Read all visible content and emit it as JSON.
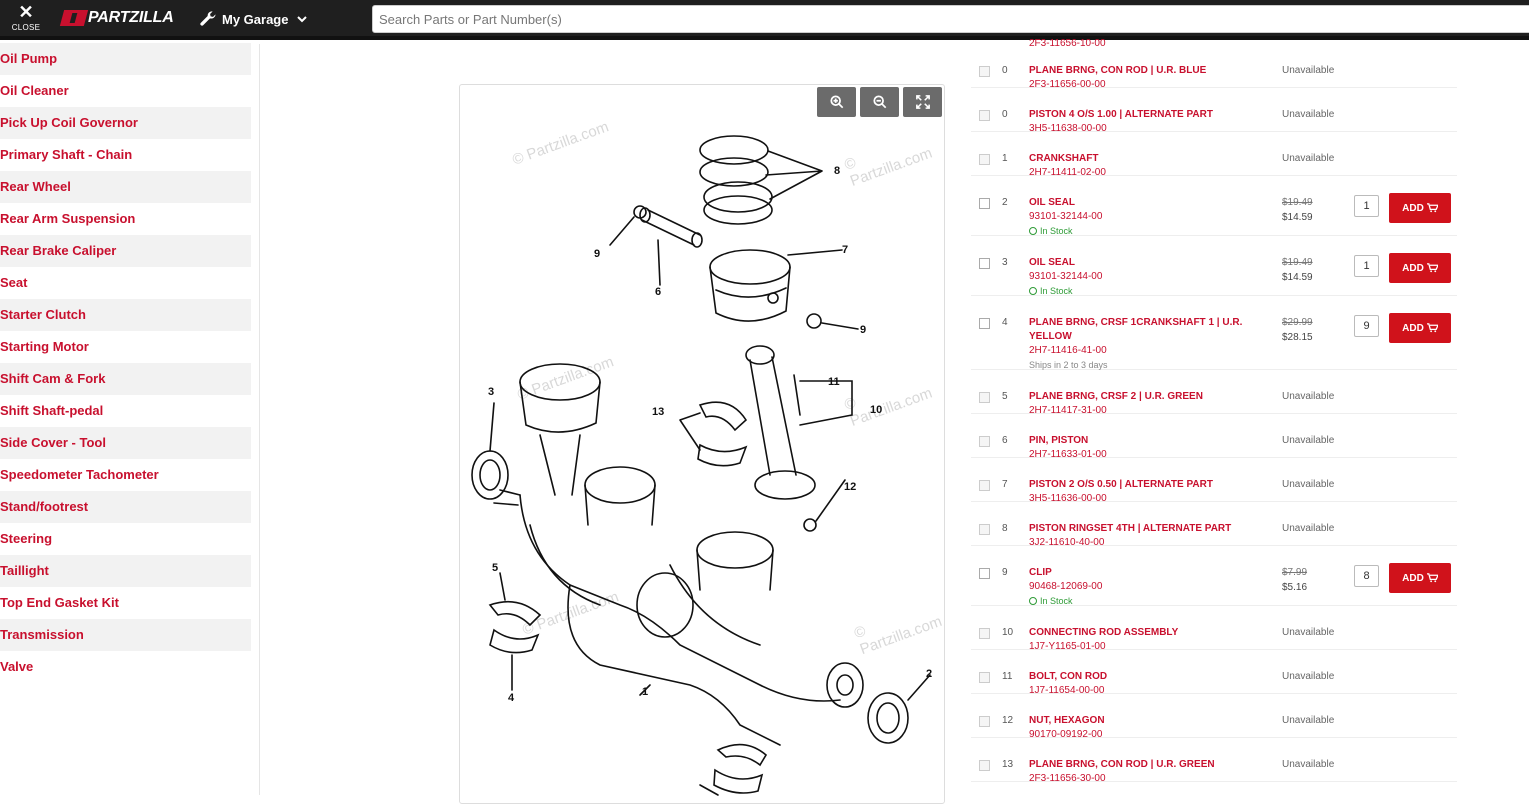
{
  "header": {
    "close_label": "CLOSE",
    "logo_text": "PARTZILLA",
    "garage_label": "My Garage",
    "search_placeholder": "Search Parts or Part Number(s)"
  },
  "sidebar": {
    "items": [
      "Oil Pump",
      "Oil Cleaner",
      "Pick Up Coil Governor",
      "Primary Shaft - Chain",
      "Rear Wheel",
      "Rear Arm Suspension",
      "Rear Brake Caliper",
      "Seat",
      "Starter Clutch",
      "Starting Motor",
      "Shift Cam & Fork",
      "Shift Shaft-pedal",
      "Side Cover - Tool",
      "Speedometer Tachometer",
      "Stand/footrest",
      "Steering",
      "Taillight",
      "Top End Gasket Kit",
      "Transmission",
      "Valve"
    ]
  },
  "diagram": {
    "watermark": "© Partzilla.com",
    "callouts": [
      "1",
      "2",
      "3",
      "4",
      "5",
      "6",
      "7",
      "8",
      "9",
      "9",
      "10",
      "11",
      "12",
      "13"
    ]
  },
  "parts": {
    "cutoff_text": "2F3-11656-10-00",
    "unavailable_label": "Unavailable",
    "in_stock_label": "In Stock",
    "add_label": "ADD",
    "rows": [
      {
        "num": "0",
        "name": "PLANE BRNG, CON ROD | U.R. BLUE",
        "pn": "2F3-11656-00-00",
        "available": false
      },
      {
        "num": "0",
        "name": "PISTON 4 O/S 1.00 | ALTERNATE PART",
        "pn": "3H5-11638-00-00",
        "available": false
      },
      {
        "num": "1",
        "name": "CRANKSHAFT",
        "pn": "2H7-11411-02-00",
        "available": false
      },
      {
        "num": "2",
        "name": "OIL SEAL",
        "pn": "93101-32144-00",
        "available": true,
        "old": "$19.49",
        "price": "$14.59",
        "qty": "1",
        "note": "In Stock"
      },
      {
        "num": "3",
        "name": "OIL SEAL",
        "pn": "93101-32144-00",
        "available": true,
        "old": "$19.49",
        "price": "$14.59",
        "qty": "1",
        "note": "In Stock"
      },
      {
        "num": "4",
        "name": "PLANE BRNG, CRSF 1CRANKSHAFT 1 | U.R. YELLOW",
        "pn": "2H7-11416-41-00",
        "available": true,
        "old": "$29.99",
        "price": "$28.15",
        "qty": "9",
        "ships": "Ships in 2 to 3 days"
      },
      {
        "num": "5",
        "name": "PLANE BRNG, CRSF 2 | U.R. GREEN",
        "pn": "2H7-11417-31-00",
        "available": false
      },
      {
        "num": "6",
        "name": "PIN, PISTON",
        "pn": "2H7-11633-01-00",
        "available": false
      },
      {
        "num": "7",
        "name": "PISTON 2 O/S 0.50 | ALTERNATE PART",
        "pn": "3H5-11636-00-00",
        "available": false
      },
      {
        "num": "8",
        "name": "PISTON RINGSET 4TH | ALTERNATE PART",
        "pn": "3J2-11610-40-00",
        "available": false
      },
      {
        "num": "9",
        "name": "CLIP",
        "pn": "90468-12069-00",
        "available": true,
        "old": "$7.99",
        "price": "$5.16",
        "qty": "8",
        "note": "In Stock"
      },
      {
        "num": "10",
        "name": "CONNECTING ROD ASSEMBLY",
        "pn": "1J7-Y1165-01-00",
        "available": false
      },
      {
        "num": "11",
        "name": "BOLT, CON ROD",
        "pn": "1J7-11654-00-00",
        "available": false
      },
      {
        "num": "12",
        "name": "NUT, HEXAGON",
        "pn": "90170-09192-00",
        "available": false
      },
      {
        "num": "13",
        "name": "PLANE BRNG, CON ROD | U.R. GREEN",
        "pn": "2F3-11656-30-00",
        "available": false
      }
    ]
  }
}
